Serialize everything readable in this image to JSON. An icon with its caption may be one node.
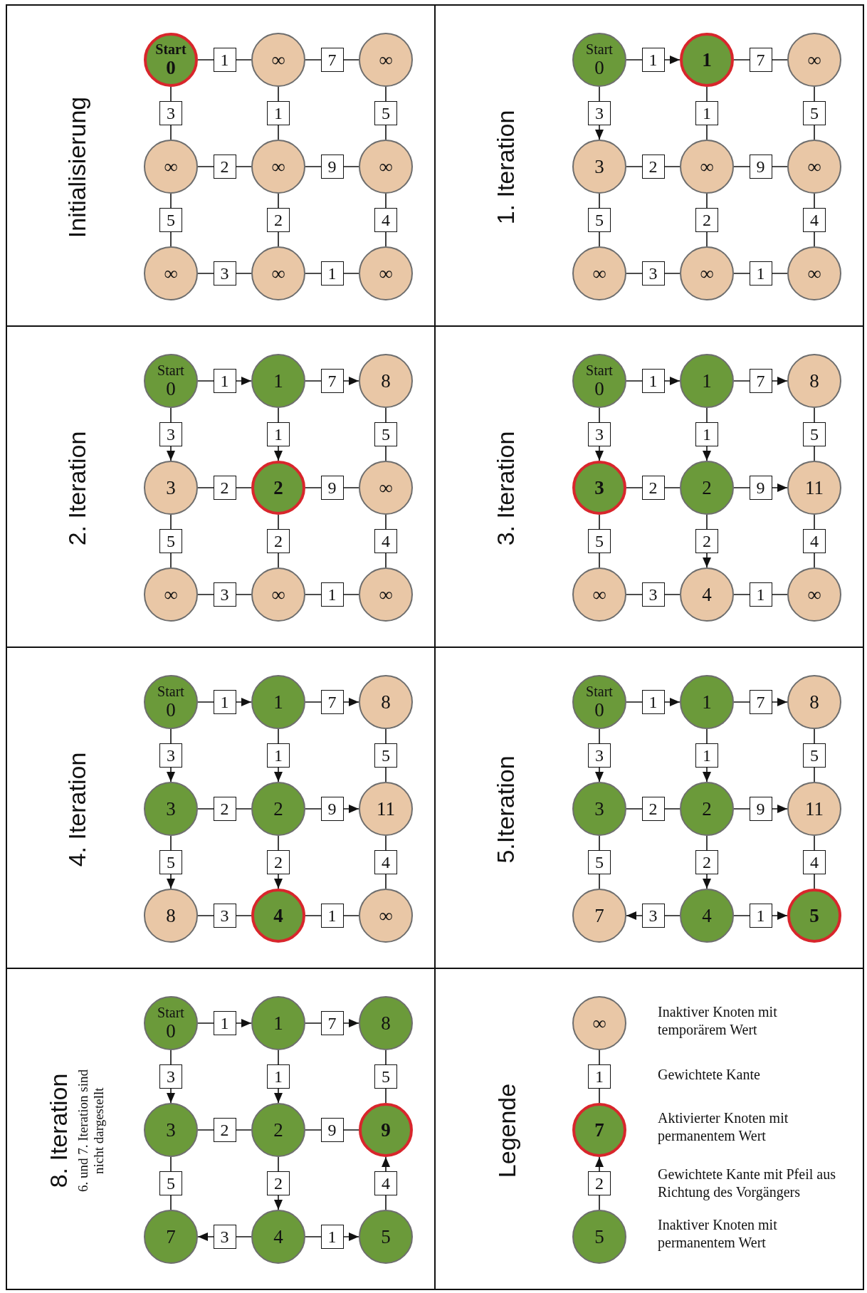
{
  "diagram": {
    "nodes": [
      {
        "text": [
          "Initialisierung"
        ]
      },
      {
        "text": [
          "Start",
          "0"
        ],
        "in": 0
      },
      {
        "text": [
          "∞"
        ],
        "in": 0
      },
      {
        "text": [
          "∞"
        ],
        "in": 0
      },
      {
        "text": [
          "∞"
        ],
        "in": 0
      },
      {
        "text": [
          "∞"
        ],
        "in": 0
      },
      {
        "text": [
          "∞"
        ],
        "in": 0
      },
      {
        "text": [
          "∞"
        ],
        "in": 0
      },
      {
        "text": [
          "∞"
        ],
        "in": 0
      },
      {
        "text": [
          "∞"
        ],
        "in": 0
      },
      {
        "text": [
          "1. Iteration"
        ]
      },
      {
        "text": [
          "Start",
          "0"
        ],
        "in": 10
      },
      {
        "text": [
          "1"
        ],
        "in": 10
      },
      {
        "text": [
          "∞"
        ],
        "in": 10
      },
      {
        "text": [
          "3"
        ],
        "in": 10
      },
      {
        "text": [
          "∞"
        ],
        "in": 10
      },
      {
        "text": [
          "∞"
        ],
        "in": 10
      },
      {
        "text": [
          "∞"
        ],
        "in": 10
      },
      {
        "text": [
          "∞"
        ],
        "in": 10
      },
      {
        "text": [
          "∞"
        ],
        "in": 10
      },
      {
        "text": [
          "2. Iteration"
        ]
      },
      {
        "text": [
          "Start",
          "0"
        ],
        "in": 20
      },
      {
        "text": [
          "1"
        ],
        "in": 20
      },
      {
        "text": [
          "8"
        ],
        "in": 20
      },
      {
        "text": [
          "3"
        ],
        "in": 20
      },
      {
        "text": [
          "2"
        ],
        "in": 20
      },
      {
        "text": [
          "∞"
        ],
        "in": 20
      },
      {
        "text": [
          "∞"
        ],
        "in": 20
      },
      {
        "text": [
          "∞"
        ],
        "in": 20
      },
      {
        "text": [
          "∞"
        ],
        "in": 20
      },
      {
        "text": [
          "3. Iteration"
        ]
      },
      {
        "text": [
          "Start",
          "0"
        ],
        "in": 30
      },
      {
        "text": [
          "1"
        ],
        "in": 30
      },
      {
        "text": [
          "8"
        ],
        "in": 30
      },
      {
        "text": [
          "3"
        ],
        "in": 30
      },
      {
        "text": [
          "2"
        ],
        "in": 30
      },
      {
        "text": [
          "11"
        ],
        "in": 30
      },
      {
        "text": [
          "∞"
        ],
        "in": 30
      },
      {
        "text": [
          "4"
        ],
        "in": 30
      },
      {
        "text": [
          "∞"
        ],
        "in": 30
      },
      {
        "text": [
          "4. Iteration"
        ]
      },
      {
        "text": [
          "Start",
          "0"
        ],
        "in": 40
      },
      {
        "text": [
          "1"
        ],
        "in": 40
      },
      {
        "text": [
          "8"
        ],
        "in": 40
      },
      {
        "text": [
          "3"
        ],
        "in": 40
      },
      {
        "text": [
          "2"
        ],
        "in": 40
      },
      {
        "text": [
          "11"
        ],
        "in": 40
      },
      {
        "text": [
          "8"
        ],
        "in": 40
      },
      {
        "text": [
          "4"
        ],
        "in": 40
      },
      {
        "text": [
          "∞"
        ],
        "in": 40
      },
      {
        "text": [
          "5.Iteration"
        ]
      },
      {
        "text": [
          "Start",
          "0"
        ],
        "in": 50
      },
      {
        "text": [
          "1"
        ],
        "in": 50
      },
      {
        "text": [
          "8"
        ],
        "in": 50
      },
      {
        "text": [
          "3"
        ],
        "in": 50
      },
      {
        "text": [
          "2"
        ],
        "in": 50
      },
      {
        "text": [
          "11"
        ],
        "in": 50
      },
      {
        "text": [
          "7"
        ],
        "in": 50
      },
      {
        "text": [
          "4"
        ],
        "in": 50
      },
      {
        "text": [
          "5"
        ],
        "in": 50
      },
      {
        "text": [
          "8. Iteration",
          "6. und 7. Iteration sind nicht dargestellt"
        ]
      },
      {
        "text": [
          "Start",
          "0"
        ],
        "in": 60
      },
      {
        "text": [
          "1"
        ],
        "in": 60
      },
      {
        "text": [
          "8"
        ],
        "in": 60
      },
      {
        "text": [
          "3"
        ],
        "in": 60
      },
      {
        "text": [
          "2"
        ],
        "in": 60
      },
      {
        "text": [
          "9"
        ],
        "in": 60
      },
      {
        "text": [
          "7"
        ],
        "in": 60
      },
      {
        "text": [
          "4"
        ],
        "in": 60
      },
      {
        "text": [
          "5"
        ],
        "in": 60
      },
      {
        "text": [
          "Legende"
        ]
      },
      {
        "text": [
          "∞"
        ],
        "in": 70
      },
      {
        "text": [
          "7"
        ],
        "in": 70
      },
      {
        "text": [
          "5"
        ],
        "in": 70
      }
    ],
    "edges": [
      {
        "from": 1,
        "to": 2,
        "label": "1",
        "arrow": "none"
      },
      {
        "from": 2,
        "to": 3,
        "label": "7",
        "arrow": "none"
      },
      {
        "from": 1,
        "to": 4,
        "label": "3",
        "arrow": "none"
      },
      {
        "from": 2,
        "to": 5,
        "label": "1",
        "arrow": "none"
      },
      {
        "from": 3,
        "to": 6,
        "label": "5",
        "arrow": "none"
      },
      {
        "from": 4,
        "to": 5,
        "label": "2",
        "arrow": "none"
      },
      {
        "from": 5,
        "to": 6,
        "label": "9",
        "arrow": "none"
      },
      {
        "from": 4,
        "to": 7,
        "label": "5",
        "arrow": "none"
      },
      {
        "from": 5,
        "to": 8,
        "label": "2",
        "arrow": "none"
      },
      {
        "from": 6,
        "to": 9,
        "label": "4",
        "arrow": "none"
      },
      {
        "from": 7,
        "to": 8,
        "label": "3",
        "arrow": "none"
      },
      {
        "from": 8,
        "to": 9,
        "label": "1",
        "arrow": "none"
      },
      {
        "from": 11,
        "to": 12,
        "label": "1",
        "arrow": "to"
      },
      {
        "from": 12,
        "to": 13,
        "label": "7",
        "arrow": "none"
      },
      {
        "from": 11,
        "to": 14,
        "label": "3",
        "arrow": "to"
      },
      {
        "from": 12,
        "to": 15,
        "label": "1",
        "arrow": "none"
      },
      {
        "from": 13,
        "to": 16,
        "label": "5",
        "arrow": "none"
      },
      {
        "from": 14,
        "to": 15,
        "label": "2",
        "arrow": "none"
      },
      {
        "from": 15,
        "to": 16,
        "label": "9",
        "arrow": "none"
      },
      {
        "from": 14,
        "to": 17,
        "label": "5",
        "arrow": "none"
      },
      {
        "from": 15,
        "to": 18,
        "label": "2",
        "arrow": "none"
      },
      {
        "from": 16,
        "to": 19,
        "label": "4",
        "arrow": "none"
      },
      {
        "from": 17,
        "to": 18,
        "label": "3",
        "arrow": "none"
      },
      {
        "from": 18,
        "to": 19,
        "label": "1",
        "arrow": "none"
      },
      {
        "from": 21,
        "to": 22,
        "label": "1",
        "arrow": "to"
      },
      {
        "from": 22,
        "to": 23,
        "label": "7",
        "arrow": "to"
      },
      {
        "from": 21,
        "to": 24,
        "label": "3",
        "arrow": "to"
      },
      {
        "from": 22,
        "to": 25,
        "label": "1",
        "arrow": "to"
      },
      {
        "from": 23,
        "to": 26,
        "label": "5",
        "arrow": "none"
      },
      {
        "from": 24,
        "to": 25,
        "label": "2",
        "arrow": "none"
      },
      {
        "from": 25,
        "to": 26,
        "label": "9",
        "arrow": "none"
      },
      {
        "from": 24,
        "to": 27,
        "label": "5",
        "arrow": "none"
      },
      {
        "from": 25,
        "to": 28,
        "label": "2",
        "arrow": "none"
      },
      {
        "from": 26,
        "to": 29,
        "label": "4",
        "arrow": "none"
      },
      {
        "from": 27,
        "to": 28,
        "label": "3",
        "arrow": "none"
      },
      {
        "from": 28,
        "to": 29,
        "label": "1",
        "arrow": "none"
      },
      {
        "from": 31,
        "to": 32,
        "label": "1",
        "arrow": "to"
      },
      {
        "from": 32,
        "to": 33,
        "label": "7",
        "arrow": "to"
      },
      {
        "from": 31,
        "to": 34,
        "label": "3",
        "arrow": "to"
      },
      {
        "from": 32,
        "to": 35,
        "label": "1",
        "arrow": "to"
      },
      {
        "from": 33,
        "to": 36,
        "label": "5",
        "arrow": "none"
      },
      {
        "from": 34,
        "to": 35,
        "label": "2",
        "arrow": "none"
      },
      {
        "from": 35,
        "to": 36,
        "label": "9",
        "arrow": "to"
      },
      {
        "from": 34,
        "to": 37,
        "label": "5",
        "arrow": "none"
      },
      {
        "from": 35,
        "to": 38,
        "label": "2",
        "arrow": "to"
      },
      {
        "from": 36,
        "to": 39,
        "label": "4",
        "arrow": "none"
      },
      {
        "from": 37,
        "to": 38,
        "label": "3",
        "arrow": "none"
      },
      {
        "from": 38,
        "to": 39,
        "label": "1",
        "arrow": "none"
      },
      {
        "from": 41,
        "to": 42,
        "label": "1",
        "arrow": "to"
      },
      {
        "from": 42,
        "to": 43,
        "label": "7",
        "arrow": "to"
      },
      {
        "from": 41,
        "to": 44,
        "label": "3",
        "arrow": "to"
      },
      {
        "from": 42,
        "to": 45,
        "label": "1",
        "arrow": "to"
      },
      {
        "from": 43,
        "to": 46,
        "label": "5",
        "arrow": "none"
      },
      {
        "from": 44,
        "to": 45,
        "label": "2",
        "arrow": "none"
      },
      {
        "from": 45,
        "to": 46,
        "label": "9",
        "arrow": "to"
      },
      {
        "from": 44,
        "to": 47,
        "label": "5",
        "arrow": "to"
      },
      {
        "from": 45,
        "to": 48,
        "label": "2",
        "arrow": "to"
      },
      {
        "from": 46,
        "to": 49,
        "label": "4",
        "arrow": "none"
      },
      {
        "from": 47,
        "to": 48,
        "label": "3",
        "arrow": "none"
      },
      {
        "from": 48,
        "to": 49,
        "label": "1",
        "arrow": "none"
      },
      {
        "from": 51,
        "to": 52,
        "label": "1",
        "arrow": "to"
      },
      {
        "from": 52,
        "to": 53,
        "label": "7",
        "arrow": "to"
      },
      {
        "from": 51,
        "to": 54,
        "label": "3",
        "arrow": "to"
      },
      {
        "from": 52,
        "to": 55,
        "label": "1",
        "arrow": "to"
      },
      {
        "from": 53,
        "to": 56,
        "label": "5",
        "arrow": "none"
      },
      {
        "from": 54,
        "to": 55,
        "label": "2",
        "arrow": "none"
      },
      {
        "from": 55,
        "to": 56,
        "label": "9",
        "arrow": "to"
      },
      {
        "from": 54,
        "to": 57,
        "label": "5",
        "arrow": "none"
      },
      {
        "from": 55,
        "to": 58,
        "label": "2",
        "arrow": "to"
      },
      {
        "from": 56,
        "to": 59,
        "label": "4",
        "arrow": "none"
      },
      {
        "from": 58,
        "to": 57,
        "label": "3",
        "arrow": "to"
      },
      {
        "from": 58,
        "to": 59,
        "label": "1",
        "arrow": "to"
      },
      {
        "from": 61,
        "to": 62,
        "label": "1",
        "arrow": "to"
      },
      {
        "from": 62,
        "to": 63,
        "label": "7",
        "arrow": "to"
      },
      {
        "from": 61,
        "to": 64,
        "label": "3",
        "arrow": "to"
      },
      {
        "from": 62,
        "to": 65,
        "label": "1",
        "arrow": "to"
      },
      {
        "from": 63,
        "to": 66,
        "label": "5",
        "arrow": "none"
      },
      {
        "from": 64,
        "to": 65,
        "label": "2",
        "arrow": "none"
      },
      {
        "from": 65,
        "to": 66,
        "label": "9",
        "arrow": "none"
      },
      {
        "from": 64,
        "to": 67,
        "label": "5",
        "arrow": "none"
      },
      {
        "from": 65,
        "to": 68,
        "label": "2",
        "arrow": "to"
      },
      {
        "from": 69,
        "to": 66,
        "label": "4",
        "arrow": "to"
      },
      {
        "from": 68,
        "to": 67,
        "label": "3",
        "arrow": "to"
      },
      {
        "from": 68,
        "to": 69,
        "label": "1",
        "arrow": "to"
      },
      {
        "from": 71,
        "to": 72,
        "label": "1",
        "arrow": "none"
      },
      {
        "from": 73,
        "to": 72,
        "label": "2",
        "arrow": "to"
      }
    ],
    "legend": [
      {
        "text": "Inaktiver Knoten mit temporärem Wert"
      },
      {
        "text": "Gewichtete Kante"
      },
      {
        "text": "Aktivierter Knoten mit permanentem Wert"
      },
      {
        "text": "Gewichtete Kante mit Pfeil aus Richtung des Vorgängers"
      },
      {
        "text": "Inaktiver Knoten mit permanentem Wert"
      }
    ]
  }
}
